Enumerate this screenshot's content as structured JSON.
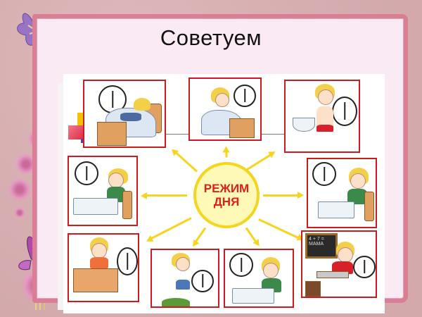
{
  "slide": {
    "title": "Советуем",
    "center": {
      "line1": "РЕЖИМ",
      "line2": "ДНЯ"
    },
    "colors": {
      "background": "#d9b2b4",
      "frame_border": "#d97e93",
      "panel_fill": "#f9eaf4",
      "picture_border": "#cc1a1f",
      "sun_ring": "#f5d51e",
      "sun_fill": "#fff9b8",
      "sun_text": "#e0201d"
    },
    "pictures": [
      {
        "id": "sleep",
        "description": "Girl sleeping in bed, clock"
      },
      {
        "id": "wake-up",
        "description": "Girl waking up in bed, clock"
      },
      {
        "id": "wash",
        "description": "Girl washing at sink, clock"
      },
      {
        "id": "breakfast",
        "description": "Girl eating at table, clock"
      },
      {
        "id": "lunch",
        "description": "Girl eating at table with teapot, clock"
      },
      {
        "id": "homework",
        "description": "Girl doing homework at desk, clock"
      },
      {
        "id": "walk",
        "description": "Girl running outside, clock"
      },
      {
        "id": "dinner",
        "description": "Girl eating at table, clock"
      },
      {
        "id": "school",
        "description": "Girl at school desk by blackboard, clock"
      }
    ],
    "blackboard_text": "4 + 7 = МАМА"
  }
}
